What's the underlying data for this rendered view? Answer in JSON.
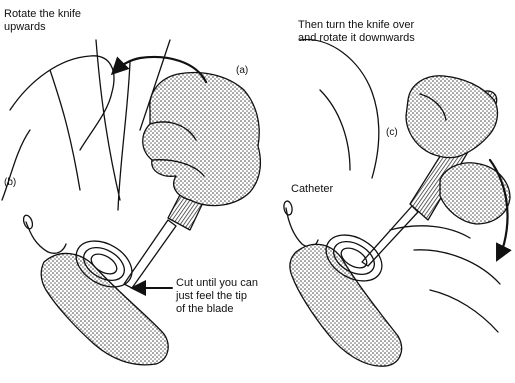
{
  "figure": {
    "left_caption": "Rotate the knife\nupwards",
    "right_caption": "Then turn the knife over\nand rotate it downwards",
    "label_a": "(a)",
    "label_b": "(b)",
    "label_c": "(c)",
    "catheter_label": "Catheter",
    "cut_note": "Cut until you can\njust feel the tip\nof the blade"
  },
  "colors": {
    "ink": "#111111",
    "stipple": "#555555",
    "background": "#ffffff"
  }
}
